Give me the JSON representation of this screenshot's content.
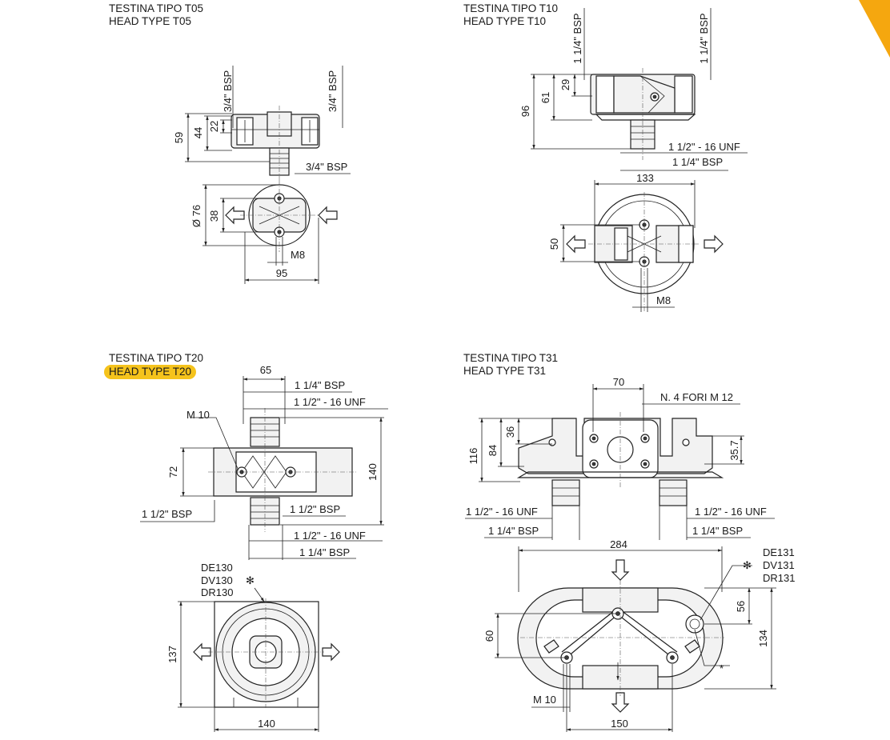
{
  "colors": {
    "accent": "#f5a70f",
    "highlight": "#f5c31c",
    "ink": "#1a1a1a"
  },
  "sections": {
    "t05": {
      "title_it": "TESTINA TIPO T05",
      "title_en": "HEAD TYPE T05"
    },
    "t10": {
      "title_it": "TESTINA TIPO T10",
      "title_en": "HEAD TYPE T10"
    },
    "t20": {
      "title_it": "TESTINA TIPO T20",
      "title_en": "HEAD TYPE T20"
    },
    "t31": {
      "title_it": "TESTINA TIPO T31",
      "title_en": "HEAD TYPE T31"
    }
  },
  "dims": {
    "t05": {
      "bsp_left": "3/4\" BSP",
      "bsp_right": "3/4\" BSP",
      "d59": "59",
      "d44": "44",
      "d22": "22",
      "bsp_bottom": "3/4\" BSP",
      "dia76": "Ø 76",
      "d38": "38",
      "m8": "M8",
      "d95": "95"
    },
    "t10": {
      "bsp_left": "1 1/4\" BSP",
      "bsp_right": "1 1/4\" BSP",
      "d96": "96",
      "d61": "61",
      "d29": "29",
      "unf": "1 1/2\" - 16 UNF",
      "bsp_bottom": "1 1/4\" BSP",
      "d133": "133",
      "d50": "50",
      "m8": "M8"
    },
    "t20": {
      "d65": "65",
      "bsp_top": "1 1/4\" BSP",
      "unf_top": "1 1/2\" - 16 UNF",
      "m10": "M 10",
      "d72": "72",
      "d140v": "140",
      "bsp_left": "1 1/2\" BSP",
      "bsp_right": "1 1/2\" BSP",
      "unf_bottom": "1 1/2\" - 16 UNF",
      "bsp_bottom": "1 1/4\" BSP",
      "de": "DE130",
      "dv": "DV130",
      "dr": "DR130",
      "star": "✻",
      "d137": "137",
      "d140h": "140"
    },
    "t31": {
      "d70": "70",
      "holes": "N. 4 FORI M 12",
      "d116": "116",
      "d84": "84",
      "d36": "36",
      "d35_7": "35.7",
      "unf_left": "1 1/2\" - 16 UNF",
      "unf_right": "1 1/2\" - 16 UNF",
      "bsp_left": "1 1/4\" BSP",
      "bsp_right": "1 1/4\" BSP",
      "d284": "284",
      "de": "DE131",
      "dv": "DV131",
      "dr": "DR131",
      "star": "✻",
      "star2": "*",
      "d56": "56",
      "d134": "134",
      "d60": "60",
      "m10": "M 10",
      "d150": "150"
    }
  }
}
